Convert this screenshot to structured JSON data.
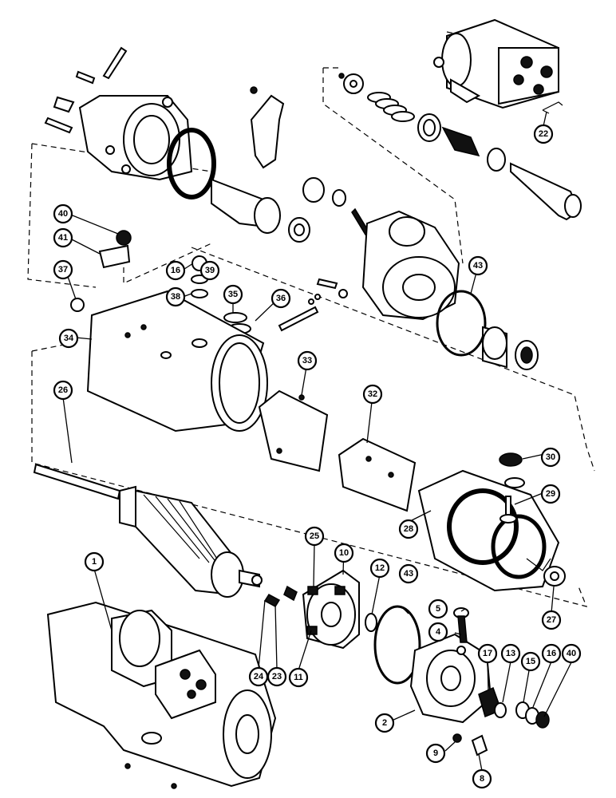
{
  "diagram": {
    "callouts": [
      {
        "id": "c1",
        "label": "1"
      },
      {
        "id": "c2",
        "label": "2"
      },
      {
        "id": "c4",
        "label": "4"
      },
      {
        "id": "c5",
        "label": "5"
      },
      {
        "id": "c8",
        "label": "8"
      },
      {
        "id": "c9",
        "label": "9"
      },
      {
        "id": "c10",
        "label": "10"
      },
      {
        "id": "c11",
        "label": "11"
      },
      {
        "id": "c12",
        "label": "12"
      },
      {
        "id": "c13",
        "label": "13"
      },
      {
        "id": "c15",
        "label": "15"
      },
      {
        "id": "c16a",
        "label": "16"
      },
      {
        "id": "c16b",
        "label": "16"
      },
      {
        "id": "c17",
        "label": "17"
      },
      {
        "id": "c22",
        "label": "22"
      },
      {
        "id": "c23",
        "label": "23"
      },
      {
        "id": "c24",
        "label": "24"
      },
      {
        "id": "c25",
        "label": "25"
      },
      {
        "id": "c26",
        "label": "26"
      },
      {
        "id": "c27",
        "label": "27"
      },
      {
        "id": "c28",
        "label": "28"
      },
      {
        "id": "c29",
        "label": "29"
      },
      {
        "id": "c30",
        "label": "30"
      },
      {
        "id": "c32",
        "label": "32"
      },
      {
        "id": "c33",
        "label": "33"
      },
      {
        "id": "c34",
        "label": "34"
      },
      {
        "id": "c35",
        "label": "35"
      },
      {
        "id": "c36",
        "label": "36"
      },
      {
        "id": "c37",
        "label": "37"
      },
      {
        "id": "c38",
        "label": "38"
      },
      {
        "id": "c39",
        "label": "39"
      },
      {
        "id": "c40a",
        "label": "40"
      },
      {
        "id": "c40b",
        "label": "40"
      },
      {
        "id": "c41",
        "label": "41"
      },
      {
        "id": "c43a",
        "label": "43"
      },
      {
        "id": "c43b",
        "label": "43"
      }
    ]
  }
}
